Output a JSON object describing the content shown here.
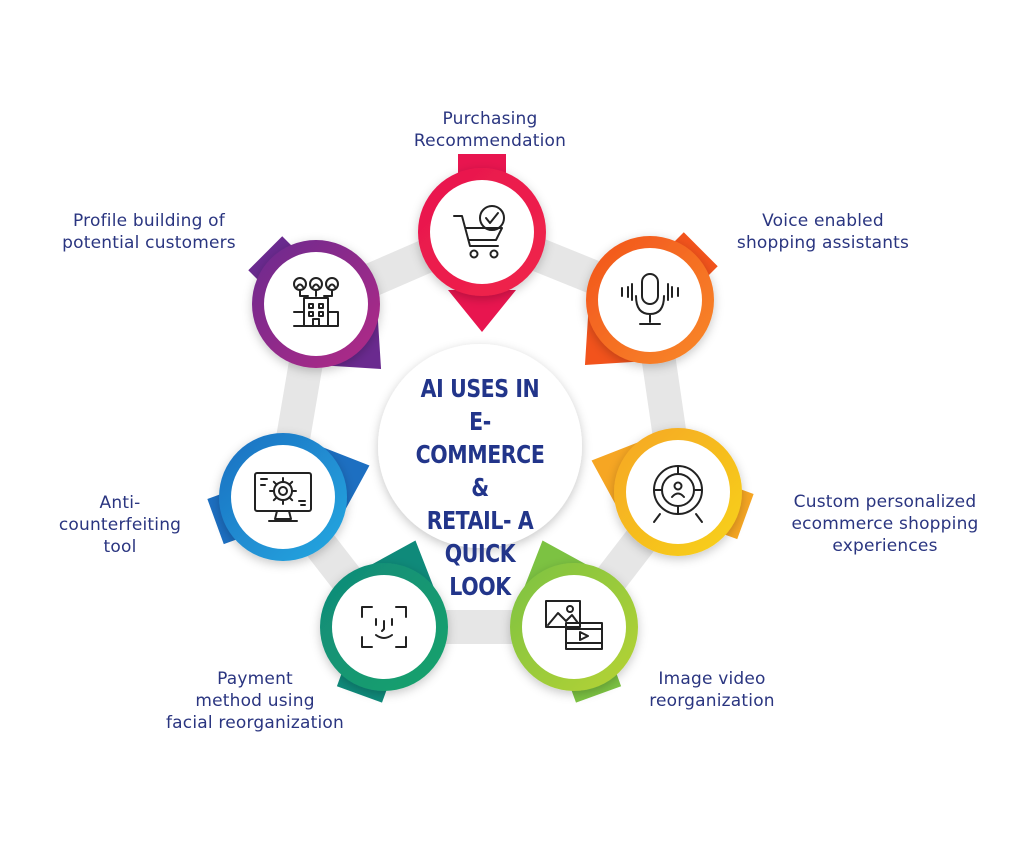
{
  "title_lines": [
    "AI USES IN",
    "E-COMMERCE &",
    "RETAIL- A QUICK",
    "LOOK"
  ],
  "colors": {
    "ring": "#e6e6e6",
    "label_text": "#2a3580",
    "title_text": "#22358a",
    "icon_stroke": "#222222"
  },
  "nodes": [
    {
      "id": "purchasing",
      "label_lines": [
        "Purchasing",
        "Recommendation"
      ],
      "icon": "shopping-cart-check-icon",
      "color_a": "#e8154f",
      "color_b": "#f0254a"
    },
    {
      "id": "voice",
      "label_lines": [
        "Voice enabled",
        "shopping assistants"
      ],
      "icon": "microphone-icon",
      "color_a": "#f2531c",
      "color_b": "#f8892a"
    },
    {
      "id": "custom",
      "label_lines": [
        "Custom personalized",
        "ecommerce shopping",
        "experiences"
      ],
      "icon": "target-user-icon",
      "color_a": "#f6a623",
      "color_b": "#f7d31b"
    },
    {
      "id": "image",
      "label_lines": [
        "Image video",
        "reorganization"
      ],
      "icon": "image-video-icon",
      "color_a": "#7cc242",
      "color_b": "#b7d334"
    },
    {
      "id": "payment",
      "label_lines": [
        "Payment",
        "method using",
        "facial reorganization"
      ],
      "icon": "face-scan-icon",
      "color_a": "#0f8a7a",
      "color_b": "#1aa36b"
    },
    {
      "id": "anti",
      "label_lines": [
        "Anti-",
        "counterfeiting",
        "tool"
      ],
      "icon": "monitor-gear-icon",
      "color_a": "#1d6fc1",
      "color_b": "#23a9e1"
    },
    {
      "id": "profile",
      "label_lines": [
        "Profile building of",
        "potential customers"
      ],
      "icon": "customers-building-icon",
      "color_a": "#6a2a8f",
      "color_b": "#b42a86"
    }
  ]
}
